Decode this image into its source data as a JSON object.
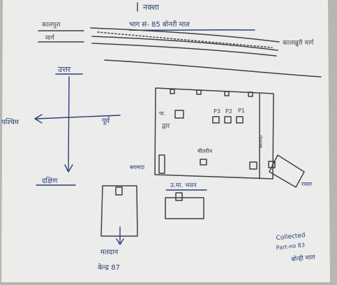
{
  "sheet": {
    "heading": "नक्शा",
    "part_label": "भाग सं- 85 बोनरी माल",
    "road_left_top": "कालपुरा",
    "road_left_bottom": "मार्ग",
    "road_right": "कालखुरी मार्ग",
    "dir_north": "उत्तर",
    "dir_west": "पश्चिम",
    "dir_east": "पूर्व",
    "dir_south": "दक्षिण",
    "room_label_1": "पा.",
    "room_label_2": "द्वार",
    "booths": [
      "P3",
      "P2",
      "P1"
    ],
    "center_label": "मीतरीन",
    "side_label": "बरामदा",
    "left_lower": "बरामदा",
    "road_small": "रास्ता",
    "bottom_room": "उ.मा. भवन",
    "polling_station": "मतदान",
    "polling_number": "केन्द्र 87",
    "signature_lines": [
      "Collected",
      "Part-no 83",
      "बोन्ही माल"
    ]
  },
  "colors": {
    "paper": "#ececea",
    "ink": "#2a3f7a",
    "pencil": "#3d3f48"
  }
}
